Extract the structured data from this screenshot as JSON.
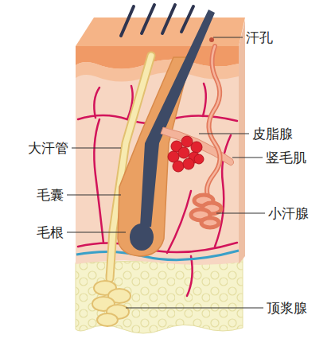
{
  "diagram": {
    "labels": [
      "汗孔",
      "皮脂腺",
      "大汗管",
      "竖毛肌",
      "毛囊",
      "小汗腺",
      "毛根",
      "顶浆腺"
    ]
  }
}
